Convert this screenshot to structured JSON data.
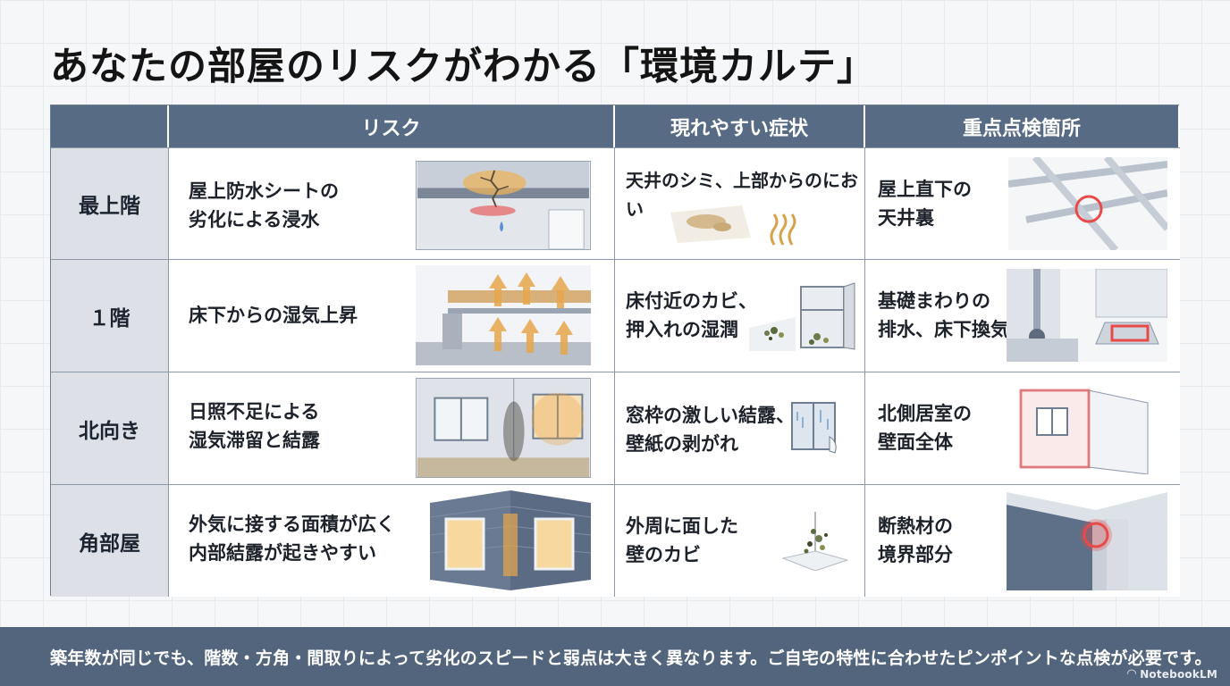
{
  "title": "あなたの部屋のリスクがわかる「環境カルテ」",
  "headers": [
    "",
    "リスク",
    "現れやすい症状",
    "重点点検箇所"
  ],
  "rows": [
    {
      "label": "最上階",
      "risk": "屋上防水シートの\n劣化による浸水",
      "symptom": "天井のシミ、上部からのにおい",
      "inspection": "屋上直下の\n天井裏"
    },
    {
      "label": "１階",
      "risk": "床下からの湿気上昇",
      "symptom": "床付近のカビ、\n押入れの湿潤",
      "inspection": "基礎まわりの\n排水、床下換気"
    },
    {
      "label": "北向き",
      "risk": "日照不足による\n湿気滞留と結露",
      "symptom": "窓枠の激しい結露、\n壁紙の剥がれ",
      "inspection": "北側居室の\n壁面全体"
    },
    {
      "label": "角部屋",
      "risk": "外気に接する面積が広く\n内部結露が起きやすい",
      "symptom": "外周に面した\n壁のカビ",
      "inspection": "断熱材の\n境界部分"
    }
  ],
  "footer": "築年数が同じでも、階数・方角・間取りによって劣化のスピードと弱点は大きく異なります。ご自宅の特性に合わせたピンポイントな点検が必要です。",
  "brand": "NotebookLM",
  "colors": {
    "header_bg": "#576b85",
    "rowhead_bg": "#dde1e7",
    "banner_bg": "#53657c",
    "highlight": "#e84a4a",
    "moisture": "#e8a64a"
  }
}
